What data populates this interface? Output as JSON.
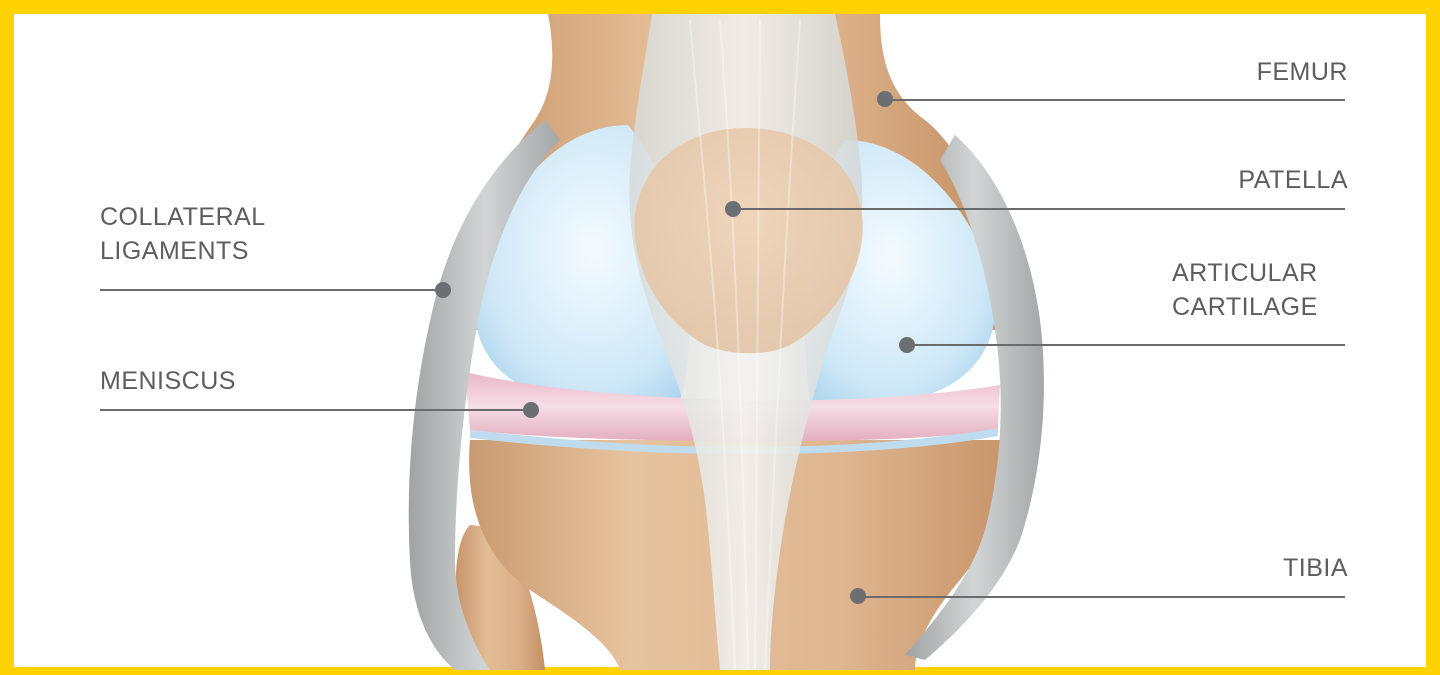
{
  "diagram": {
    "labels": {
      "femur": "FEMUR",
      "patella": "PATELLA",
      "articular_cartilage_line1": "ARTICULAR",
      "articular_cartilage_line2": "CARTILAGE",
      "tibia": "TIBIA",
      "collateral_ligaments_line1": "COLLATERAL",
      "collateral_ligaments_line2": "LIGAMENTS",
      "meniscus": "MENISCUS"
    },
    "colors": {
      "frame": "#ffd200",
      "bone": "#d9ae86",
      "cartilage": "#cde6f6",
      "ligament": "#b9bcbc",
      "meniscus": "#f0cfd9",
      "leader_line": "#6b6b6b"
    }
  }
}
